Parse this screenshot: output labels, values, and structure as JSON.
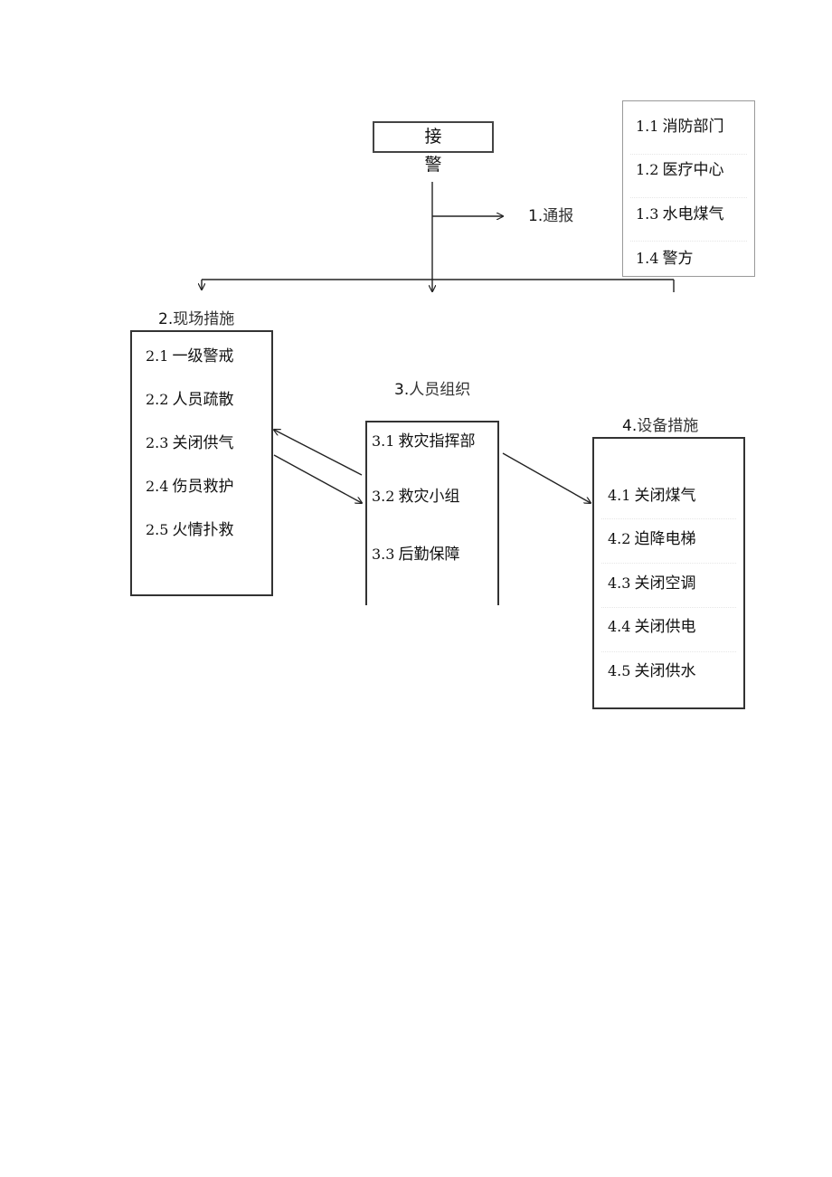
{
  "start": {
    "label": "接 警"
  },
  "notify": {
    "title_num": "1.",
    "title": "通报",
    "items": [
      {
        "num": "1.1",
        "label": "消防部门"
      },
      {
        "num": "1.2",
        "label": "医疗中心"
      },
      {
        "num": "1.3",
        "label": "水电煤气"
      },
      {
        "num": "1.4",
        "label": "警方"
      }
    ]
  },
  "onsite": {
    "title_num": "2.",
    "title": "现场措施",
    "items": [
      {
        "num": "2.1",
        "label": "一级警戒"
      },
      {
        "num": "2.2",
        "label": "人员疏散"
      },
      {
        "num": "2.3",
        "label": "关闭供气"
      },
      {
        "num": "2.4",
        "label": "伤员救护"
      },
      {
        "num": "2.5",
        "label": "火情扑救"
      }
    ]
  },
  "personnel": {
    "title_num": "3.",
    "title": "人员组织",
    "items": [
      {
        "num": "3.1",
        "label": "救灾指挥部"
      },
      {
        "num": "3.2",
        "label": "救灾小组"
      },
      {
        "num": "3.3",
        "label": "后勤保障"
      }
    ]
  },
  "equipment": {
    "title_num": "4.",
    "title": "设备措施",
    "items": [
      {
        "num": "4.1",
        "label": "关闭煤气"
      },
      {
        "num": "4.2",
        "label": "迫降电梯"
      },
      {
        "num": "4.3",
        "label": "关闭空调"
      },
      {
        "num": "4.4",
        "label": "关闭供电"
      },
      {
        "num": "4.5",
        "label": "关闭供水"
      }
    ]
  }
}
